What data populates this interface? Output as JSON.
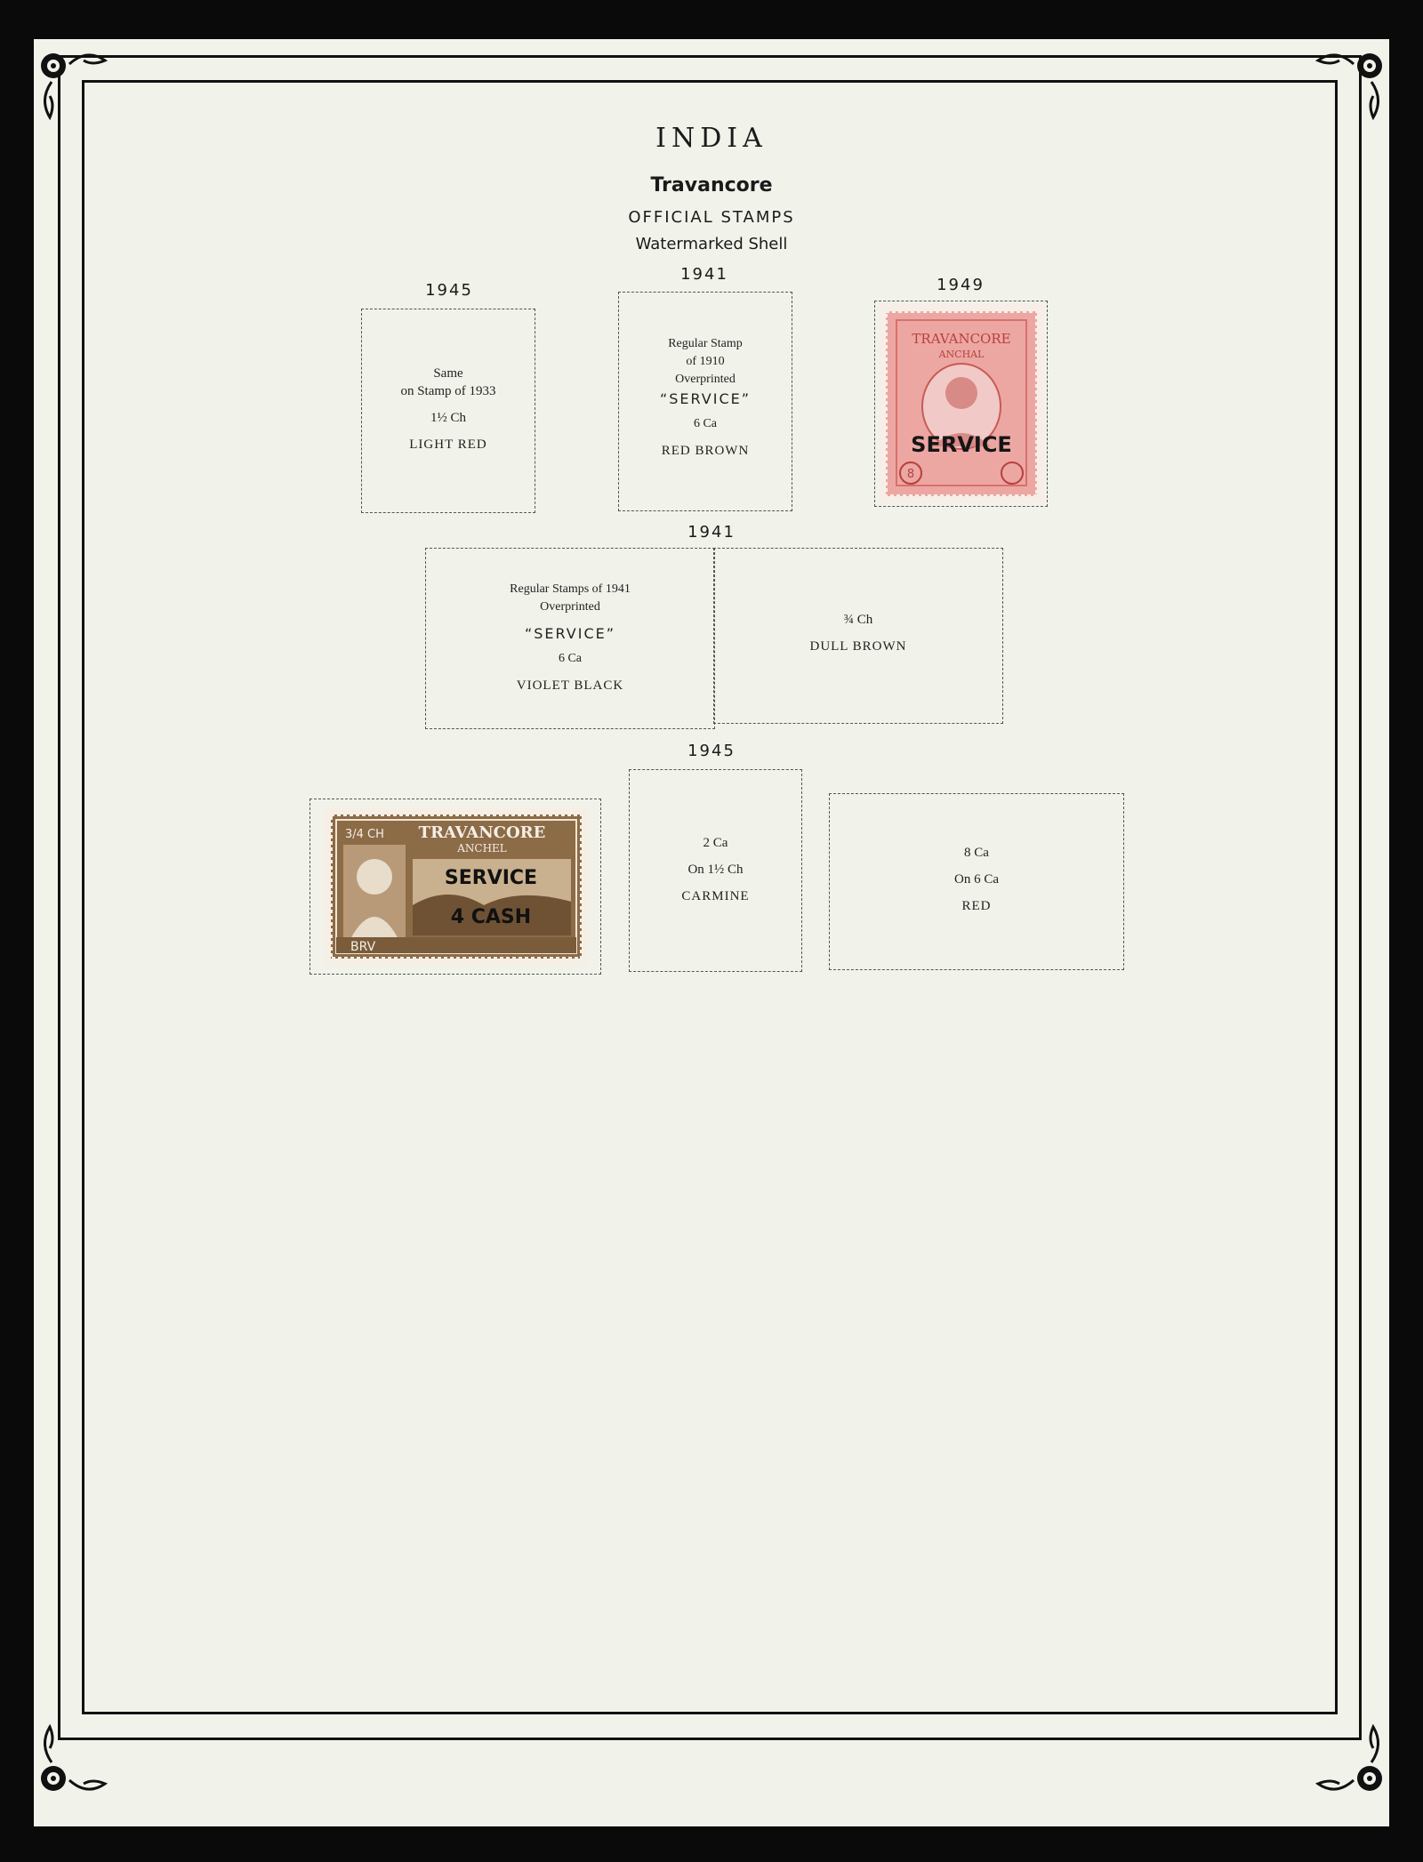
{
  "header": {
    "country": "INDIA",
    "state": "Travancore",
    "section": "OFFICIAL STAMPS",
    "watermark": "Watermarked Shell"
  },
  "row1": {
    "year_a": "1945",
    "year_b": "1941",
    "year_c": "1949",
    "box_a": {
      "l1": "Same",
      "l2": "on Stamp of 1933",
      "l3": "1½ Ch",
      "l4": "LIGHT RED"
    },
    "box_b": {
      "l1": "Regular Stamp",
      "l2": "of 1910",
      "l3": "Overprinted",
      "l4": "“SERVICE”",
      "l5": "6 Ca",
      "l6": "RED BROWN"
    },
    "stamp_c": {
      "top": "TRAVANCORE",
      "sub": "ANCHAL",
      "overprint": "SERVICE",
      "value": "8"
    }
  },
  "row2": {
    "year": "1941",
    "box_a": {
      "l1": "Regular Stamps of 1941",
      "l2": "Overprinted",
      "l3": "“SERVICE”",
      "l4": "6 Ca",
      "l5": "VIOLET BLACK"
    },
    "box_b": {
      "l1": "¾ Ch",
      "l2": "DULL BROWN"
    }
  },
  "row3": {
    "year": "1945",
    "stamp_a": {
      "value": "3/4 CH",
      "top": "TRAVANCORE",
      "sub": "ANCHEL",
      "overprint1": "SERVICE",
      "overprint2": "4 CASH",
      "bottom": "BRV"
    },
    "box_b": {
      "l1": "2 Ca",
      "l2": "On 1½ Ch",
      "l3": "CARMINE"
    },
    "box_c": {
      "l1": "8 Ca",
      "l2": "On 6 Ca",
      "l3": "RED"
    }
  },
  "colors": {
    "page": "#f1f3ea",
    "frame": "#111111",
    "stamp_red": "#e8a2a0",
    "stamp_brown": "#8a6a48"
  }
}
